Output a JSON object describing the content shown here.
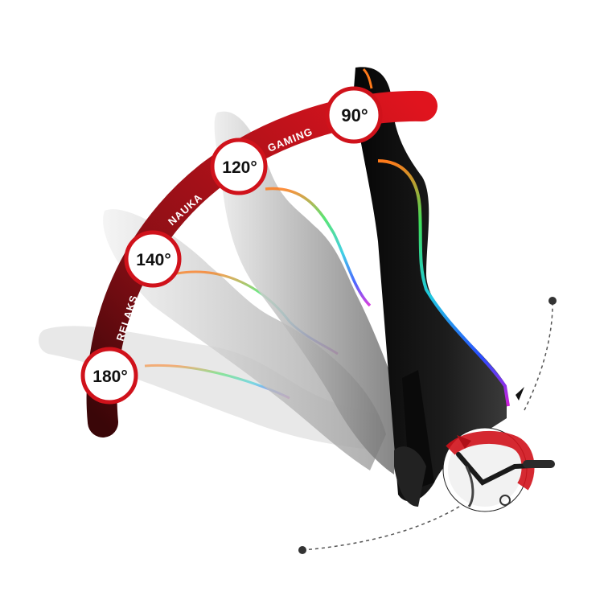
{
  "angles": {
    "a90": "90°",
    "a120": "120°",
    "a140": "140°",
    "a180": "180°"
  },
  "modes": {
    "gaming": "GAMING",
    "nauka": "NAUKA",
    "relaks": "RELAKS"
  },
  "colors": {
    "arc_dark": "#5a0a0e",
    "arc_bright": "#e0141e",
    "badge_border": "#d0121b",
    "chair_black": "#111111",
    "ghost_gray": "#9a9a9a"
  },
  "icons": {
    "lever": "recline-lever-icon",
    "rotate": "rotate-arrow-icon"
  }
}
